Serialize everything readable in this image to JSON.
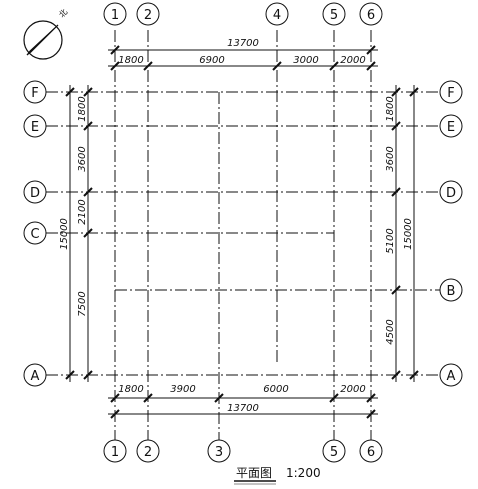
{
  "north": {
    "label": "北"
  },
  "title": {
    "name": "平面图",
    "scale": "1:200"
  },
  "axes_x": [
    {
      "id": "1",
      "top": true,
      "bottom": true
    },
    {
      "id": "2",
      "top": true,
      "bottom": true
    },
    {
      "id": "3",
      "top": false,
      "bottom": true
    },
    {
      "id": "4",
      "top": true,
      "bottom": false
    },
    {
      "id": "5",
      "top": true,
      "bottom": true
    },
    {
      "id": "6",
      "top": true,
      "bottom": true
    }
  ],
  "axes_y": [
    {
      "id": "F",
      "left": true,
      "right": true
    },
    {
      "id": "E",
      "left": true,
      "right": true
    },
    {
      "id": "D",
      "left": true,
      "right": true
    },
    {
      "id": "C",
      "left": true,
      "right": false
    },
    {
      "id": "B",
      "left": false,
      "right": true
    },
    {
      "id": "A",
      "left": true,
      "right": true
    }
  ],
  "dims": {
    "top_total": "13700",
    "top_segments": [
      "1800",
      "6900",
      "3000",
      "2000"
    ],
    "bottom_segments": [
      "1800",
      "3900",
      "6000",
      "2000"
    ],
    "bottom_total": "13700",
    "left_segments": [
      "1800",
      "3600",
      "2100",
      "7500"
    ],
    "left_total": "15000",
    "right_segments": [
      "1800",
      "3600",
      "5100",
      "4500"
    ],
    "right_total": "15000"
  }
}
